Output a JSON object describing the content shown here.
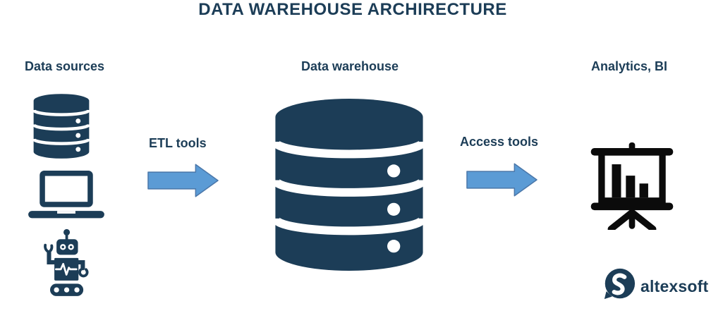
{
  "title": "DATA WAREHOUSE ARCHIRECTURE",
  "sections": {
    "data_sources": {
      "label": "Data sources",
      "icons": [
        "database-icon",
        "laptop-icon",
        "robot-icon"
      ]
    },
    "data_warehouse": {
      "label": "Data warehouse",
      "icon": "database-cylinder-icon"
    },
    "analytics_bi": {
      "label": "Analytics, BI",
      "icon": "presentation-bar-chart-icon"
    }
  },
  "flows": {
    "etl": {
      "label": "ETL tools",
      "direction": "right"
    },
    "access": {
      "label": "Access tools",
      "direction": "right"
    }
  },
  "branding": {
    "name": "altexsoft",
    "mark": "speech-bubble-s-icon"
  },
  "colors": {
    "navy": "#1C3D57",
    "arrow_fill": "#5B9BD5",
    "arrow_border": "#4B77A9",
    "icon_black": "#0B0B0B",
    "background": "#FFFFFF"
  }
}
